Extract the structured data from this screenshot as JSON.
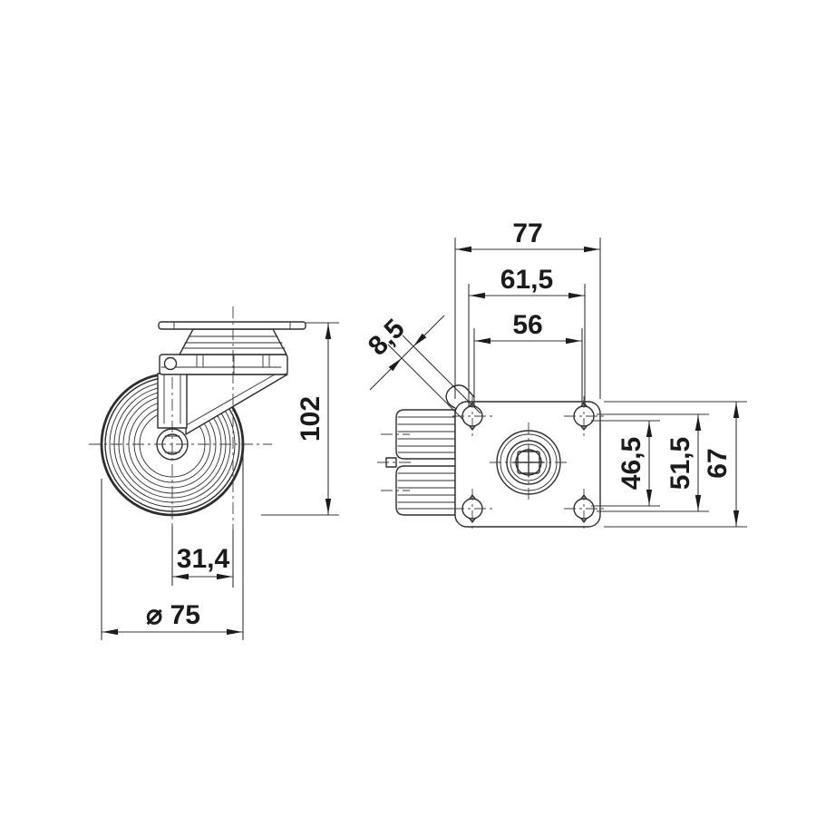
{
  "drawing": {
    "kind": "caster-wheel-technical-drawing",
    "dimensions": {
      "plate_width": "77",
      "bolt_width_outer": "61,5",
      "bolt_width": "56",
      "slot_width": "8,5",
      "overall_height": "102",
      "bolt_height": "46,5",
      "bolt_height_outer": "51,5",
      "plate_depth": "67",
      "swivel_offset": "31,4",
      "wheel_diameter": "⌀ 75"
    },
    "colors": {
      "line": "#2e2e2e",
      "background": "#ffffff"
    }
  }
}
